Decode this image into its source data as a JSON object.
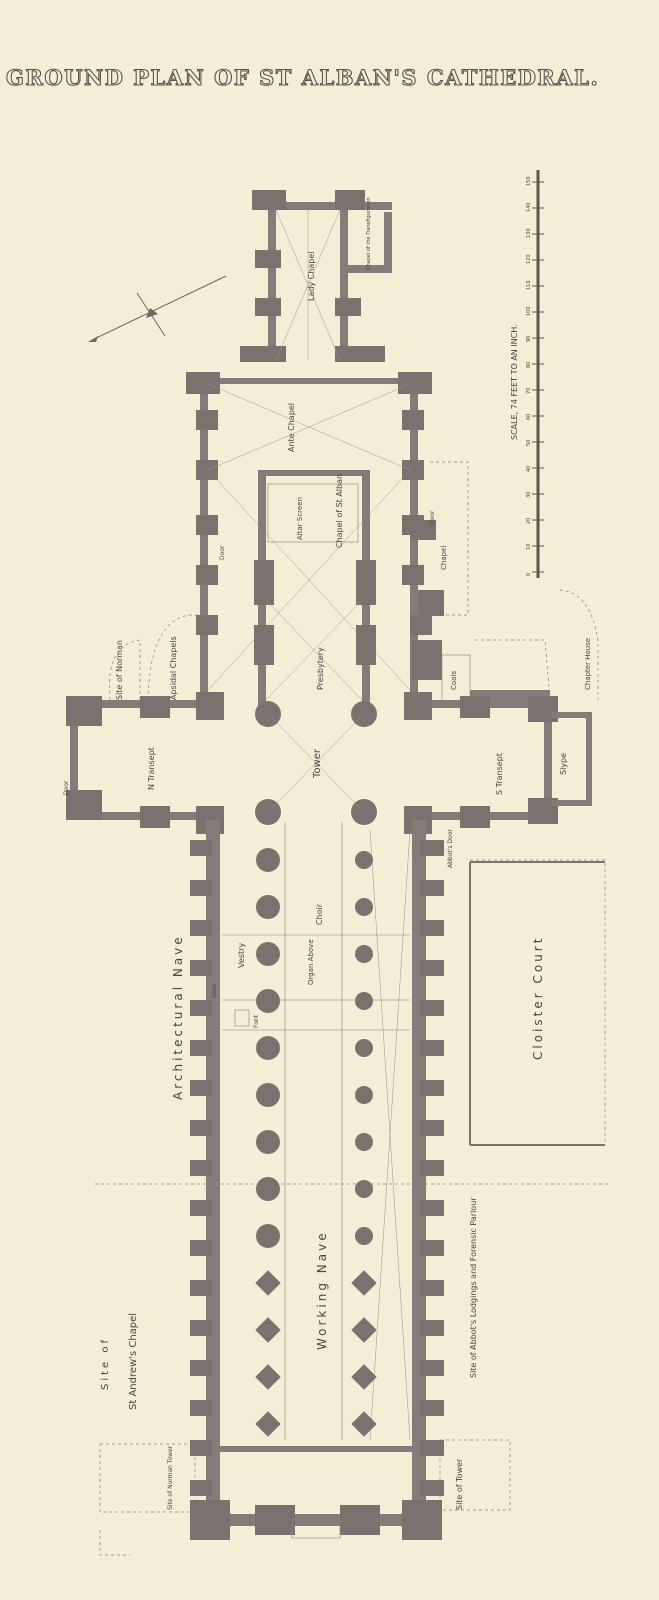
{
  "title": "GROUND PLAN OF ST ALBAN'S CATHEDRAL.",
  "scale_label": "SCALE, 74 FEET TO AN INCH.",
  "rooms": {
    "lady_chapel": "Lady Chapel",
    "chapel_of_transfiguration": "Chapel of the Transfiguration",
    "ante_chapel": "Ante Chapel",
    "saints_chapel": "Chapel of St Alban",
    "altar_screen": "Altar Screen",
    "presbytery": "Presbytery",
    "tower": "Tower",
    "n_transept": "N Transept",
    "s_transept": "S Transept",
    "slype": "Slype",
    "chapter_house": "Chapter House",
    "site_of_norman": "Site of Norman",
    "apsidal_chapels": "Apsidal Chapels",
    "chapel": "Chapel",
    "coals": "Coals",
    "choir": "Choir",
    "organ_above": "Organ Above",
    "vestry": "Vestry",
    "font": "Font",
    "architectural_nave": "Architectural Nave",
    "working_nave": "Working Nave",
    "cloister_court": "Cloister Court",
    "abbots_door": "Abbot's Door",
    "abbots_lodgings": "Site of Abbot's Lodgings and Forensic Parlour",
    "st_andrews_1": "Site of",
    "st_andrews_2": "St Andrew's Chapel",
    "norman_tower": "Site of Norman Tower",
    "site_of_tower": "Site of Tower",
    "door_n": "Door",
    "door_nw": "Door",
    "door_s": "Door",
    "door_nave": "Door"
  },
  "scale_ticks": [
    "0",
    "10",
    "20",
    "30",
    "40",
    "50",
    "60",
    "70",
    "80",
    "90",
    "100",
    "110",
    "120",
    "130",
    "140",
    "150"
  ]
}
